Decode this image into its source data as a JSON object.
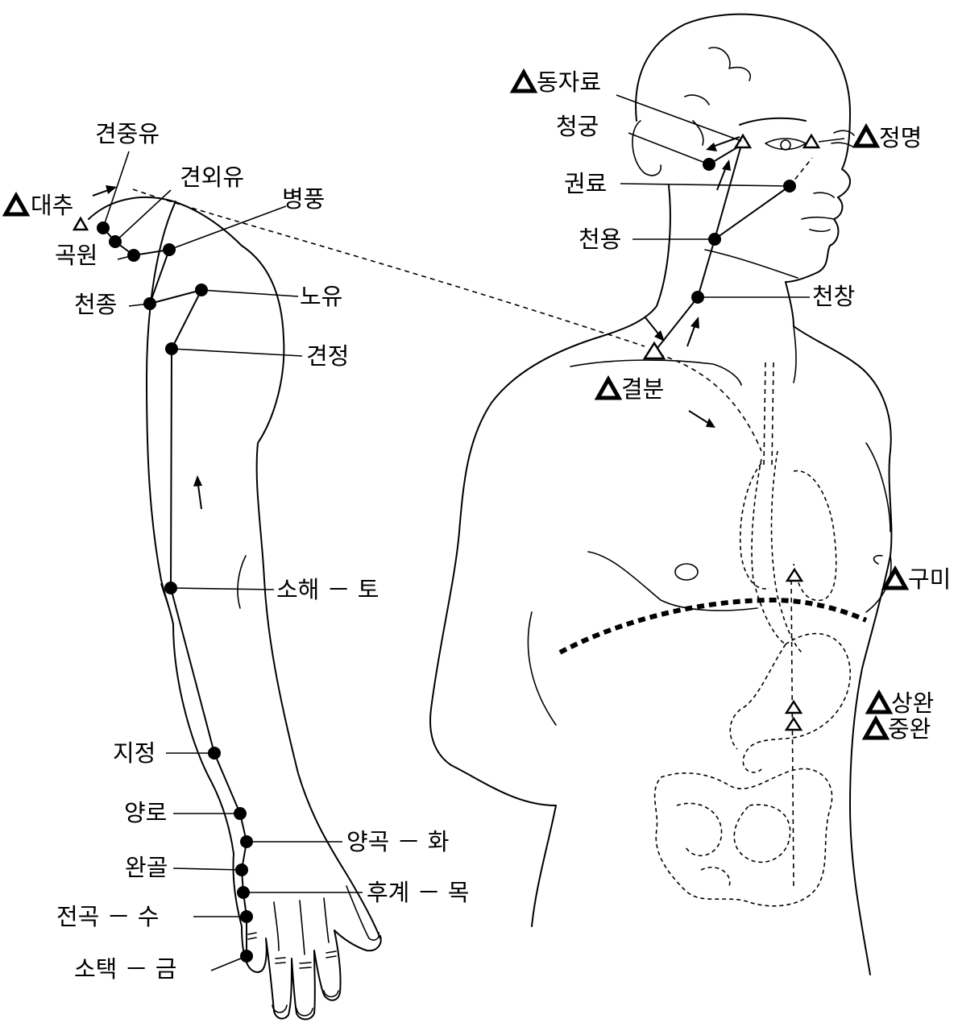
{
  "labels": {
    "gyeonjungyu": "견중유",
    "gyeonoeyu": "견외유",
    "daechu": "대추",
    "byeongpung": "병풍",
    "gogwon": "곡원",
    "cheonjong": "천종",
    "noyu": "노유",
    "gyeonjeong": "견정",
    "sohae": "소해 － 토",
    "jijeong": "지정",
    "yangno": "양로",
    "yanggok": "양곡 － 화",
    "wangol": "완골",
    "hugye": "후계 － 목",
    "jeongok": "전곡 － 수",
    "sotaek": "소택 － 금",
    "dongjaryo": "동자료",
    "cheonggung": "청궁",
    "jeongmyeong": "정명",
    "gwollyo": "권료",
    "cheonyong": "천용",
    "cheonchang": "천창",
    "gyeolbun": "결분",
    "gumi": "구미",
    "sangwan": "상완",
    "jungwan": "중완"
  },
  "icons": {
    "meridian_point": "filled-circle-icon",
    "reference_point": "open-triangle-icon",
    "flow_direction": "arrow-icon"
  },
  "colors": {
    "ink": "#000000",
    "paper": "#ffffff"
  }
}
